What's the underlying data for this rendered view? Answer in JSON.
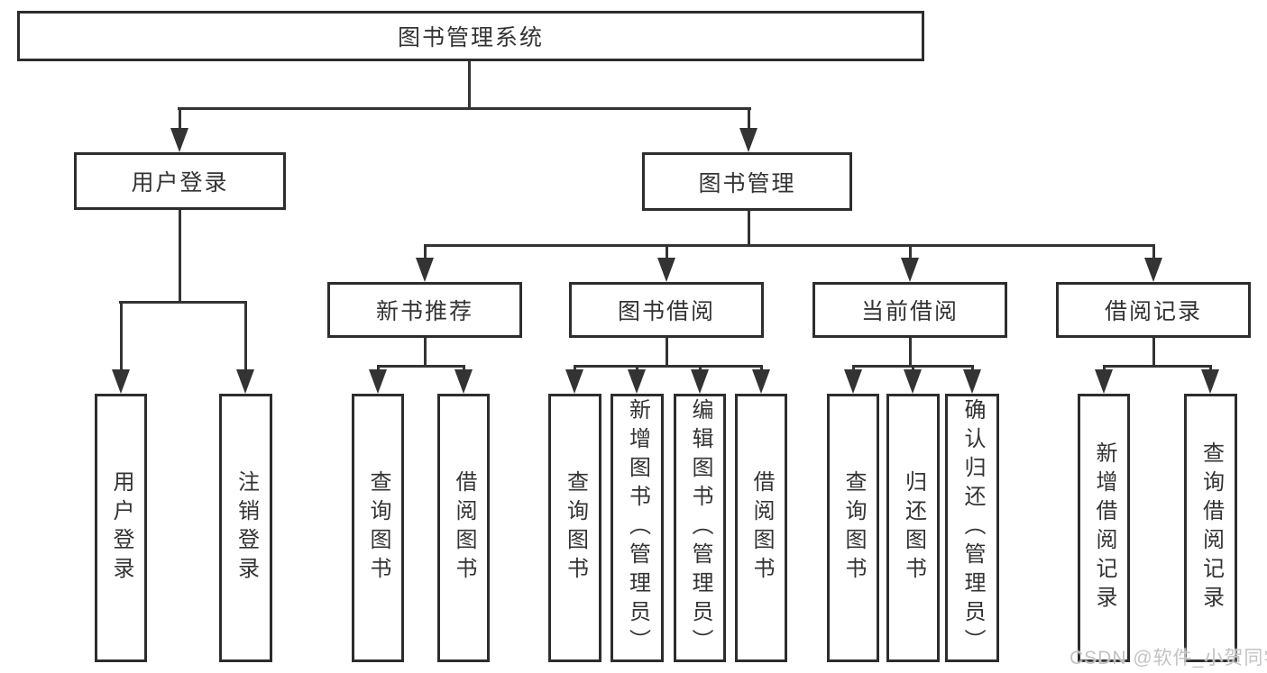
{
  "colors": {
    "line": "#333333",
    "box_border": "#2d2d2d",
    "text": "#333333",
    "watermark_text": "#c3c3c3",
    "background": "#ffffff"
  },
  "nodes": {
    "root": "图书管理系统",
    "level2": [
      "用户登录",
      "图书管理"
    ],
    "level3": [
      "新书推荐",
      "图书借阅",
      "当前借阅",
      "借阅记录"
    ],
    "leaves_login": [
      "用户登录",
      "注销登录"
    ],
    "leaves_recommend": [
      "查询图书",
      "借阅图书"
    ],
    "leaves_borrow": [
      "查询图书",
      "新增图书（管理员）",
      "编辑图书（管理员）",
      "借阅图书"
    ],
    "leaves_current": [
      "查询图书",
      "归还图书",
      "确认归还（管理员）"
    ],
    "leaves_records": [
      "新增借阅记录",
      "查询借阅记录"
    ]
  },
  "watermark": {
    "text": "CSDN @软件_小贺同学"
  }
}
